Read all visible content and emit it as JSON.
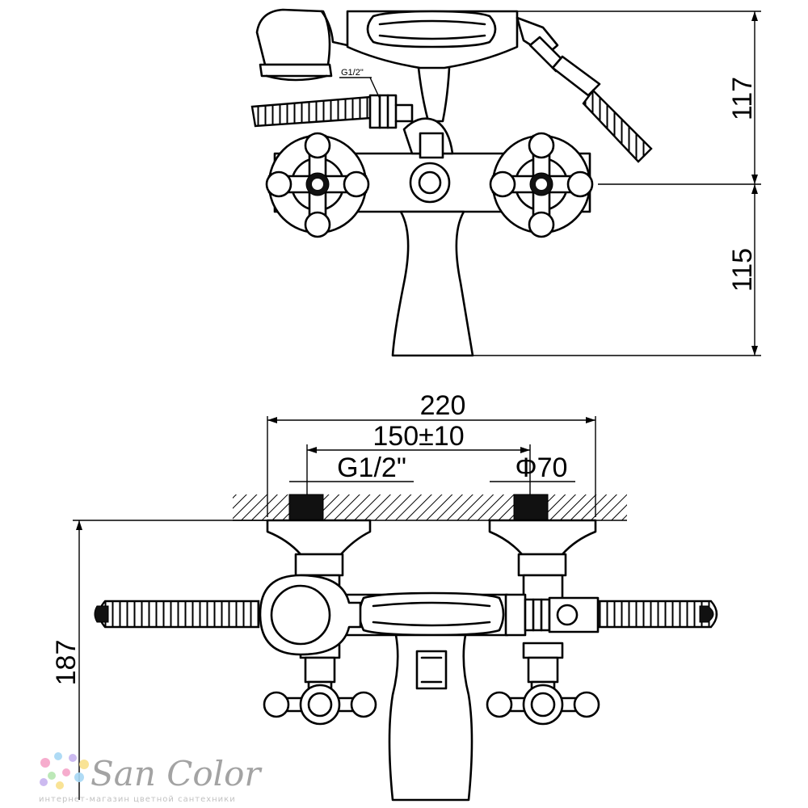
{
  "top_view": {
    "dim_upper": "117",
    "dim_lower": "115",
    "thread_note": "G1/2\""
  },
  "bottom_view": {
    "dim_width": "220",
    "dim_spacing": "150±10",
    "dim_thread": "G1/2\"",
    "dim_diameter": "Φ70",
    "dim_height": "187"
  },
  "watermark": {
    "brand": "San Color",
    "tagline": "интернет-магазин цветной сантехники",
    "dot_colors": [
      "#f6a4c8",
      "#a7d8f5",
      "#c7b3ef",
      "#f9e08a",
      "#b5e6b0"
    ]
  }
}
